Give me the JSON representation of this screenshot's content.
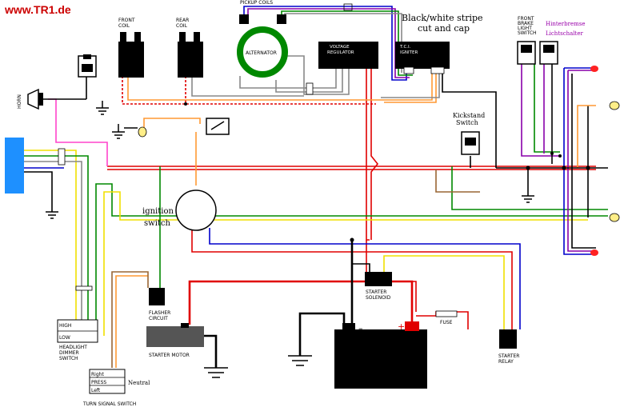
{
  "brand": "www.TR1.de",
  "colors": {
    "red": "#e00000",
    "black": "#000000",
    "green": "#008800",
    "yellow": "#f0e000",
    "orange": "#ff9933",
    "blue": "#0000cc",
    "purple": "#8800aa",
    "pink": "#ff44cc",
    "grey": "#888888",
    "brand_red": "#cc0000"
  },
  "labels": {
    "pickup_coils": "PICKUP COILS",
    "front_coil": [
      "FRONT",
      "COIL"
    ],
    "rear_coil": [
      "REAR",
      "COIL"
    ],
    "alternator": "ALTERNATOR",
    "voltage_regulator": [
      "VOLTAGE",
      "REGULATOR"
    ],
    "tci_igniter": [
      "T.C.I.",
      "IGNITER"
    ],
    "note": [
      "Black/white stripe",
      "cut and cap"
    ],
    "front_brake_switch": [
      "FRONT",
      "BRAKE",
      "LIGHT",
      "SWITCH"
    ],
    "rear_brake_switch": [
      "Hinterbremse",
      "Lichtschalter"
    ],
    "horn": "HORN",
    "kickstand_switch": [
      "Kickstand",
      "Switch"
    ],
    "ignition_switch": [
      "ignition",
      "switch"
    ],
    "flasher_circuit": [
      "FLASHER",
      "CIRCUIT"
    ],
    "starter_motor": "STARTER MOTOR",
    "starter_solenoid": [
      "STARTER",
      "SOLENOID"
    ],
    "fuse": "FUSE",
    "starter_relay": [
      "STARTER",
      "RELAY"
    ],
    "headlight_dimmer": [
      "HEADLIGHT",
      "DIMMER",
      "SWITCH"
    ],
    "dimmer_high": "HIGH",
    "dimmer_low": "LOW",
    "turn_signal_switch": "TURN SIGNAL SWITCH",
    "turn_right": "Right",
    "turn_press": "PRESS",
    "turn_left": "Left",
    "neutral": "Neutral",
    "battery_minus": "–",
    "battery_plus": "+"
  }
}
